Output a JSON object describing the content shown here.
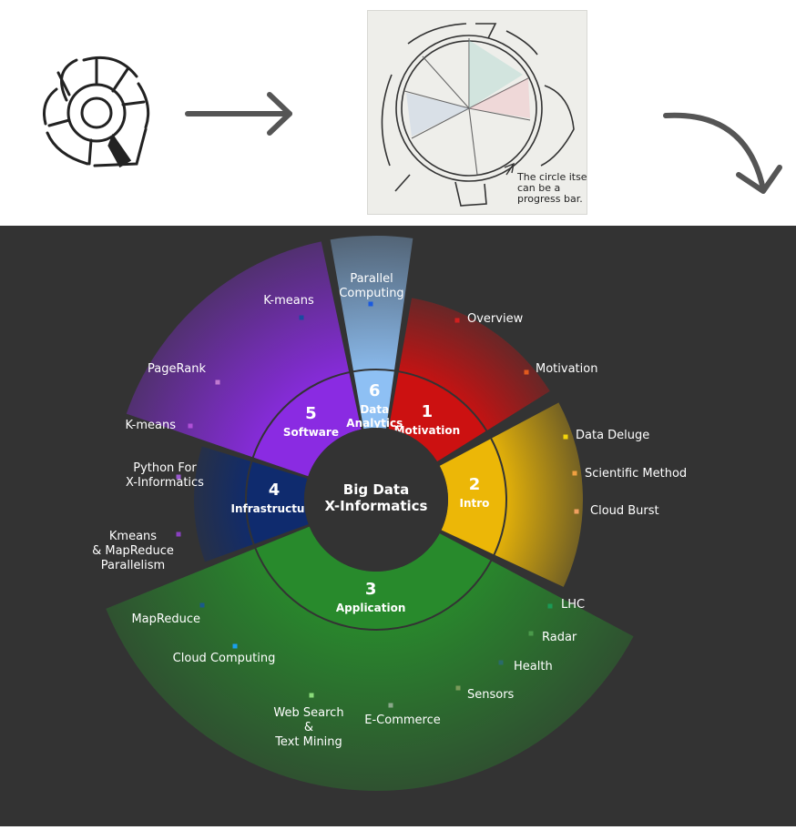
{
  "photo_note": "The circle itself can be a progress bar.",
  "center": {
    "line1": "Big Data",
    "line2": "X-Informatics"
  },
  "colors": {
    "background": "#333333",
    "hole": "#333333"
  },
  "sections": [
    {
      "id": "motivation",
      "number": "1",
      "label": [
        "Motivation"
      ],
      "color": "#cc1111",
      "items": [
        {
          "label": [
            "Overview"
          ],
          "dot": "#d21f1f"
        },
        {
          "label": [
            "Motivation"
          ],
          "dot": "#e25a1e"
        }
      ]
    },
    {
      "id": "intro",
      "number": "2",
      "label": [
        "Intro"
      ],
      "color": "#ecb707",
      "items": [
        {
          "label": [
            "Data Deluge"
          ],
          "dot": "#f4d60a"
        },
        {
          "label": [
            "Scientific Method"
          ],
          "dot": "#f0a040"
        },
        {
          "label": [
            "Cloud Burst"
          ],
          "dot": "#f0a060"
        }
      ]
    },
    {
      "id": "application",
      "number": "3",
      "label": [
        "Application"
      ],
      "color": "#288a2c",
      "items": [
        {
          "label": [
            "LHC"
          ],
          "dot": "#1a9a55"
        },
        {
          "label": [
            "Radar"
          ],
          "dot": "#4a9a4a"
        },
        {
          "label": [
            "Health"
          ],
          "dot": "#2a6a6a"
        },
        {
          "label": [
            "Sensors"
          ],
          "dot": "#7a9a5a"
        },
        {
          "label": [
            "E-Commerce"
          ],
          "dot": "#8aa88a"
        },
        {
          "label": [
            "Web Search",
            "&",
            "Text Mining"
          ],
          "dot": "#8adc7a"
        }
      ]
    },
    {
      "id": "infrastructure",
      "number": "4",
      "label": [
        "Infrastructure"
      ],
      "color": "#0f2b6e",
      "items": [
        {
          "label": [
            "MapReduce"
          ],
          "dot": "#1a5a8a"
        },
        {
          "label": [
            "Cloud Computing"
          ],
          "dot": "#1aa0ee"
        }
      ]
    },
    {
      "id": "software",
      "number": "5",
      "label": [
        "Software"
      ],
      "color": "#8a2be2",
      "items": [
        {
          "label": [
            "PageRank"
          ],
          "dot": "#c07ad0"
        },
        {
          "label": [
            "K-means"
          ],
          "dot": "#b050d8"
        },
        {
          "label": [
            "Python For",
            "X-Informatics"
          ],
          "dot": "#9a5ad0"
        },
        {
          "label": [
            "Kmeans",
            "& MapReduce",
            "Parallelism"
          ],
          "dot": "#8a40c0"
        }
      ]
    },
    {
      "id": "data-analytics",
      "number": "6",
      "label": [
        "Data",
        "Analytics"
      ],
      "color": "#8ec0f4",
      "items": [
        {
          "label": [
            "K-means"
          ],
          "dot": "#1a4aa0"
        },
        {
          "label": [
            "Parallel",
            "Computing"
          ],
          "dot": "#1a5ae0"
        }
      ]
    }
  ]
}
